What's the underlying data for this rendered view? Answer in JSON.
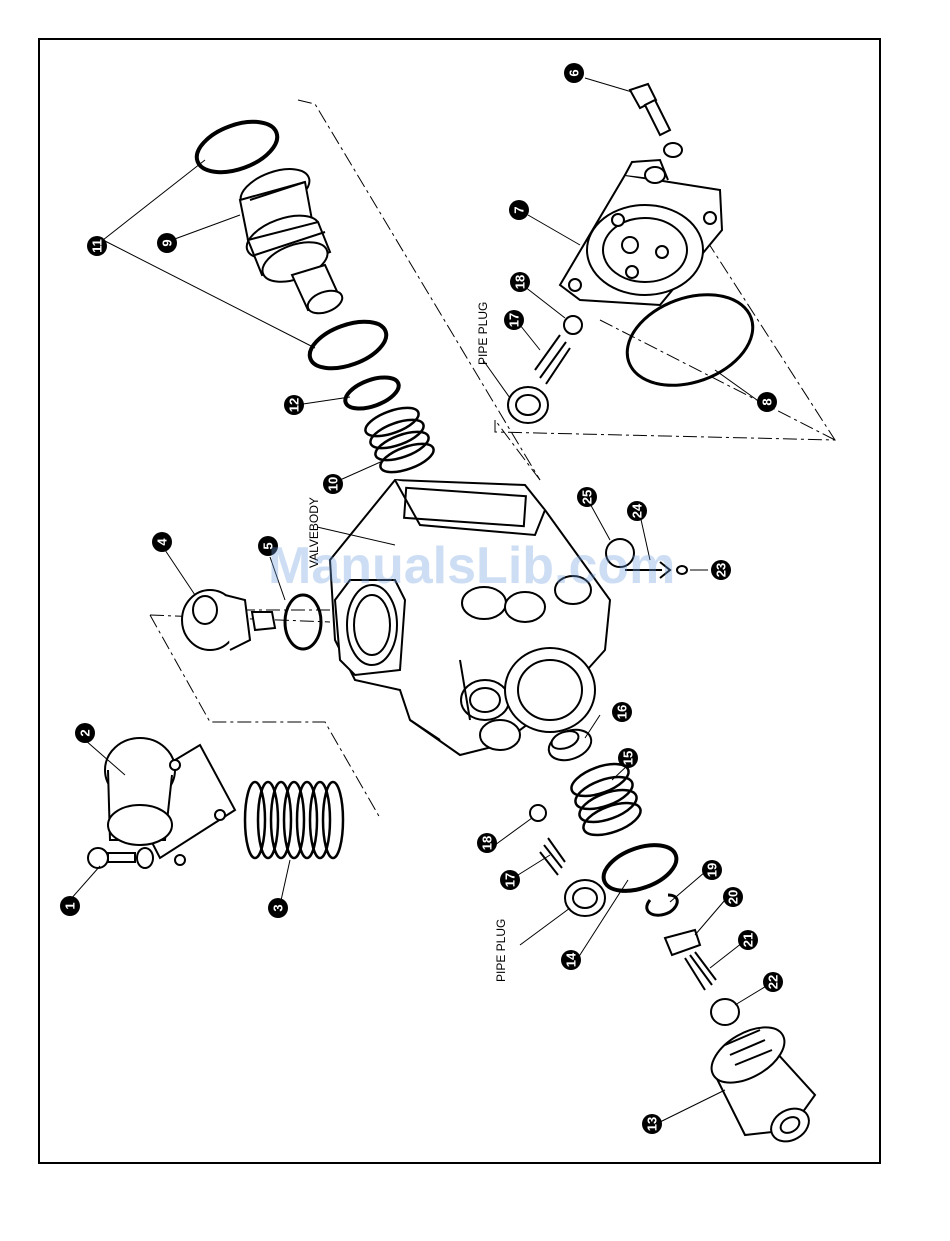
{
  "diagram": {
    "labels": {
      "valvebody": "VALVEBODY",
      "pipe_plug_upper": "PIPE PLUG",
      "pipe_plug_lower": "PIPE PLUG"
    },
    "callouts": [
      "1",
      "2",
      "3",
      "4",
      "5",
      "6",
      "7",
      "8",
      "9",
      "10",
      "11",
      "12",
      "13",
      "14",
      "15",
      "16",
      "17",
      "18",
      "19",
      "20",
      "21",
      "22",
      "23",
      "24",
      "25",
      "17",
      "18"
    ],
    "watermark": "ManualsLib.com",
    "colors": {
      "ink": "#000000",
      "paper": "#ffffff",
      "watermark": "#6fa0e0"
    }
  }
}
